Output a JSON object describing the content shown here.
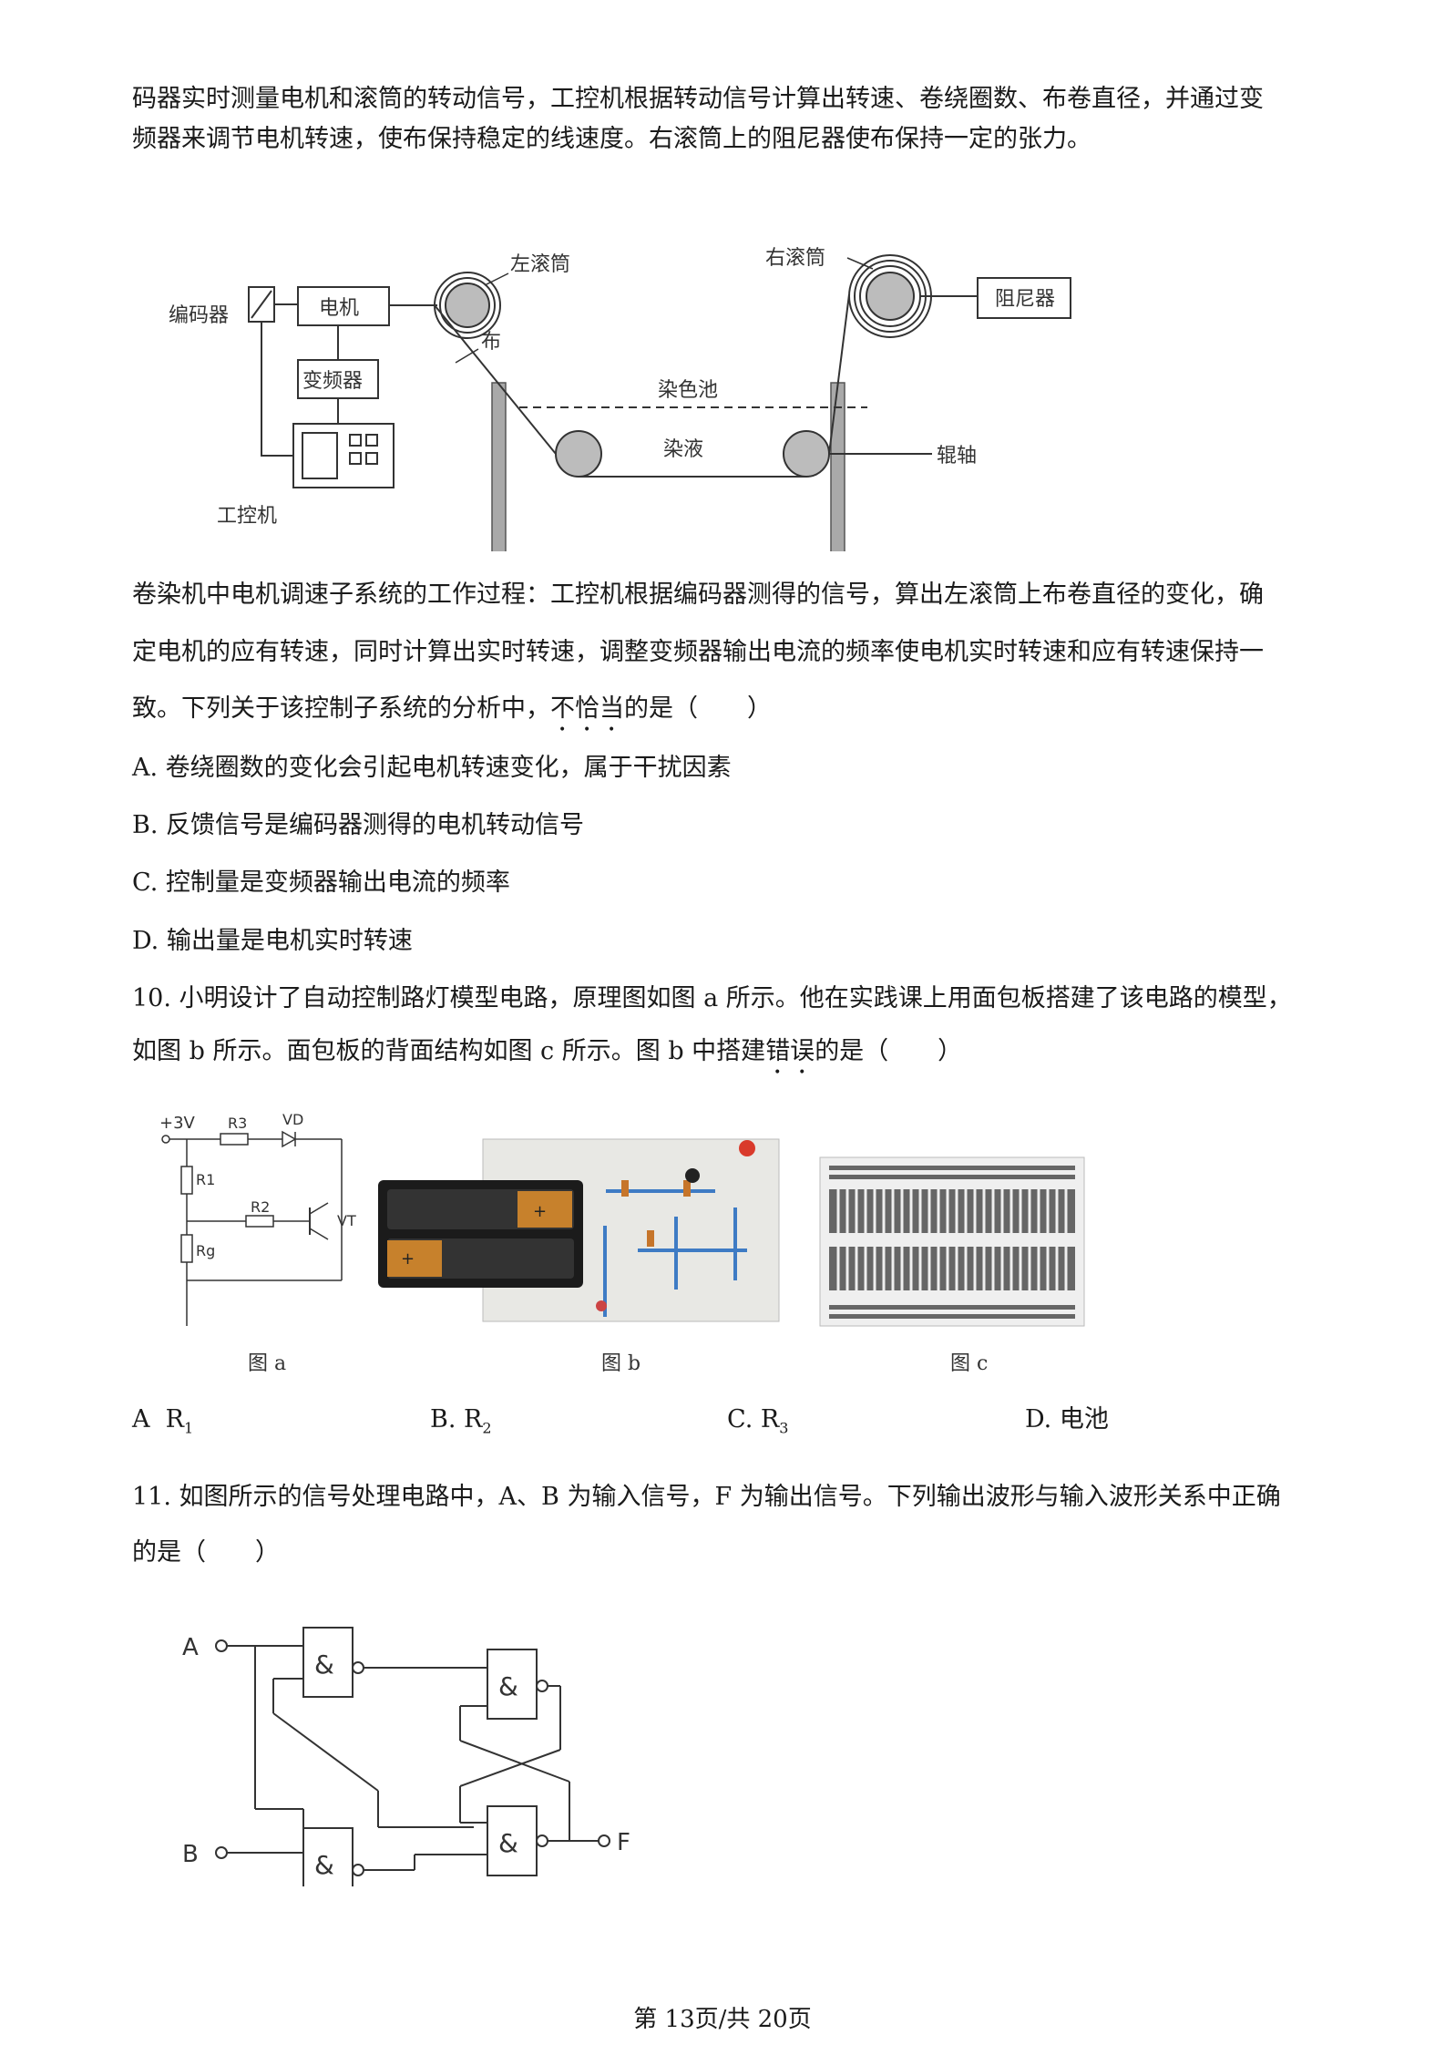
{
  "intro": {
    "line1": "码器实时测量电机和滚筒的转动信号，工控机根据转动信号计算出转速、卷绕圈数、布卷直径，并通过变",
    "line2": "频器来调节电机转速，使布保持稳定的线速度。右滚筒上的阻尼器使布保持一定的张力。"
  },
  "fig1": {
    "encoder": "编码器",
    "motor": "电机",
    "inverter": "变频器",
    "ipc": "工控机",
    "left_drum": "左滚筒",
    "right_drum": "右滚筒",
    "damper": "阻尼器",
    "cloth": "布",
    "dye_tank": "染色池",
    "dye_liquid": "染液",
    "roller": "辊轴"
  },
  "q9": {
    "stem1": "卷染机中电机调速子系统的工作过程：工控机根据编码器测得的信号，算出左滚筒上布卷直径的变化，确",
    "stem2": "定电机的应有转速，同时计算出实时转速，调整变频器输出电流的频率使电机实时转速和应有转速保持一",
    "stem3_pre": "致。下列关于该控制子系统的分析中，",
    "stem3_em": "不恰当",
    "stem3_post": "的是（　　）",
    "optA": "A. 卷绕圈数的变化会引起电机转速变化，属于干扰因素",
    "optB": "B. 反馈信号是编码器测得的电机转动信号",
    "optC": "C. 控制量是变频器输出电流的频率",
    "optD": "D. 输出量是电机实时转速"
  },
  "q10": {
    "stem1": "10. 小明设计了自动控制路灯模型电路，原理图如图 a 所示。他在实践课上用面包板搭建了该电路的模型，",
    "stem2_pre": "如图 b 所示。面包板的背面结构如图 c 所示。图 b 中搭建",
    "stem2_em": "错误",
    "stem2_post": "的是（　　）",
    "fig_a": "图 a",
    "fig_b": "图 b",
    "fig_c": "图 c",
    "circuit": {
      "vcc": "+3V",
      "r1": "R1",
      "r2": "R2",
      "r3": "R3",
      "rg": "Rg",
      "vd": "VD",
      "vt": "VT"
    },
    "optA_letter": "A",
    "optA_sym": "R",
    "optA_sub": "1",
    "optB_pre": "B. R",
    "optB_sub": "2",
    "optC_pre": "C. R",
    "optC_sub": "3",
    "optD": "D.  电池"
  },
  "q11": {
    "stem1": "11. 如图所示的信号处理电路中，A、B 为输入信号，F 为输出信号。下列输出波形与输入波形关系中正确",
    "stem2": "的是（　　）",
    "input_a": "A",
    "input_b": "B",
    "output_f": "F",
    "gate_symbol": "&"
  },
  "footer": "第 13页/共 20页"
}
